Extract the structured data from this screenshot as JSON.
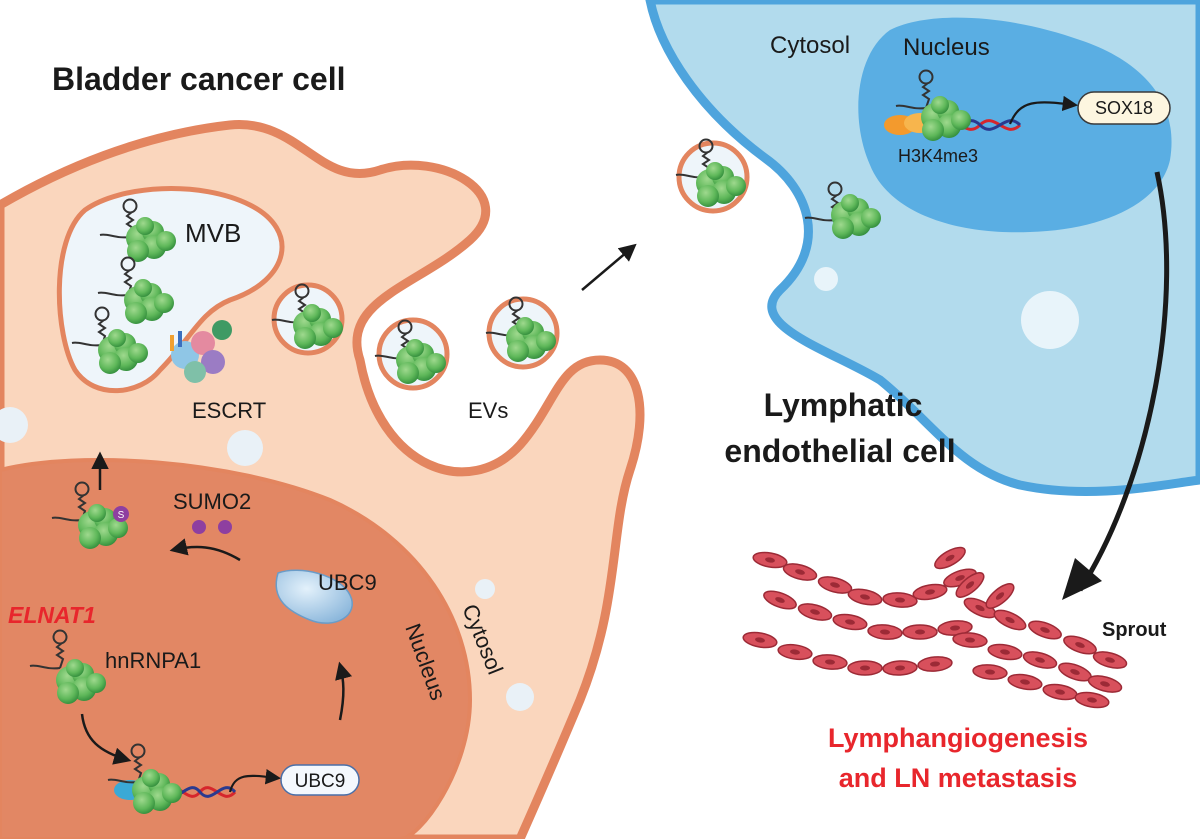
{
  "bladder_cell": {
    "title": "Bladder cancer cell",
    "mvb_label": "MVB",
    "escrt_label": "ESCRT",
    "evs_label": "EVs",
    "sumo2_label": "SUMO2",
    "ubc9_protein_label": "UBC9",
    "elnat1_label": "ELNAT1",
    "hnrnpa1_label": "hnRNPA1",
    "ubc9_gene_label": "UBC9",
    "nucleus_label": "Nucleus",
    "cytosol_label": "Cytosol",
    "sumo_badge": "S"
  },
  "lymphatic_cell": {
    "cytosol_label": "Cytosol",
    "nucleus_label": "Nucleus",
    "h3k4me3_label": "H3K4me3",
    "sox18_label": "SOX18",
    "title_line1": "Lymphatic",
    "title_line2": "endothelial cell"
  },
  "outcome": {
    "sprout_label": "Sprout",
    "line1": "Lymphangiogenesis",
    "line2": "and LN metastasis"
  },
  "colors": {
    "cancer_cytoplasm": "#fad6bd",
    "cancer_membrane": "#e3855f",
    "cancer_nucleus": "#e28764",
    "lec_cytoplasm": "#b2dbed",
    "lec_membrane": "#4ea4dd",
    "lec_nucleus": "#5aaee3",
    "highlight_red": "#e8262c",
    "protein_green": "#5fb85a"
  }
}
